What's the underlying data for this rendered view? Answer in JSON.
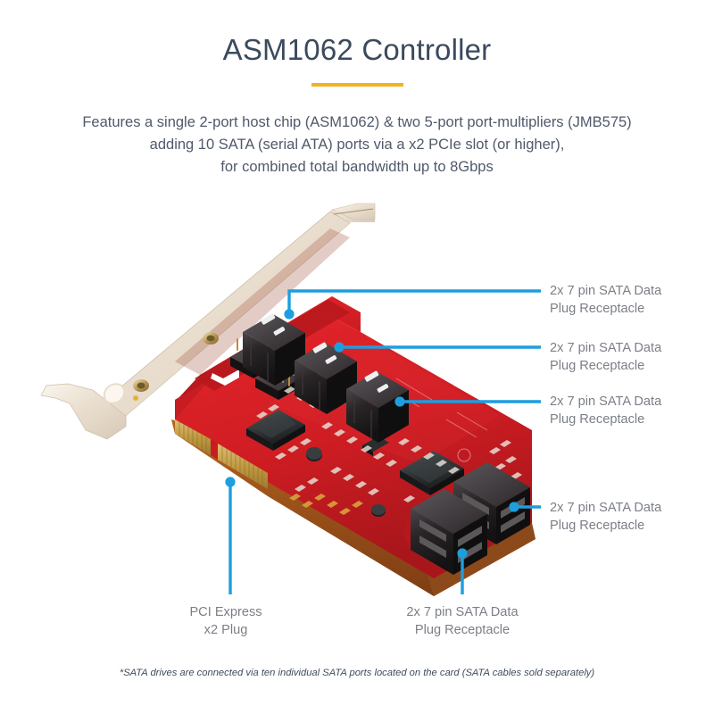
{
  "header": {
    "title": "ASM1062 Controller",
    "accent_color": "#f0b323",
    "title_color": "#3b4a5c",
    "subtitle_lines": [
      "Features a single 2-port host chip (ASM1062) & two 5-port port-multipliers (JMB575)",
      "adding 10 SATA (serial ATA) ports via a x2 PCIe slot (or higher),",
      "for combined total bandwidth up to 8Gbps"
    ]
  },
  "callouts": {
    "leader_color": "#1d9ede",
    "label_color": "#7b7f86",
    "items": [
      {
        "id": "sata-top-1",
        "line1": "2x 7 pin SATA Data",
        "line2": "Plug Receptacle"
      },
      {
        "id": "sata-top-2",
        "line1": "2x 7 pin SATA Data",
        "line2": "Plug Receptacle"
      },
      {
        "id": "sata-top-3",
        "line1": "2x 7 pin SATA Data",
        "line2": "Plug Receptacle"
      },
      {
        "id": "sata-right-4",
        "line1": "2x 7 pin SATA Data",
        "line2": "Plug Receptacle"
      },
      {
        "id": "pcie-plug",
        "line1": "PCI Express",
        "line2": "x2 Plug"
      },
      {
        "id": "sata-bottom-5",
        "line1": "2x 7 pin SATA Data",
        "line2": "Plug Receptacle"
      }
    ]
  },
  "footnote": {
    "text": "*SATA drives are connected via ten individual SATA ports located on the card (SATA cables sold separately)"
  },
  "product": {
    "pcb_color": "#d11f26",
    "pcb_shadow_color": "#8d1116",
    "bracket_color": "#ece2d4",
    "connector_color": "#231f20",
    "gold_color": "#c8a24a",
    "chip_color": "#2f3234"
  }
}
